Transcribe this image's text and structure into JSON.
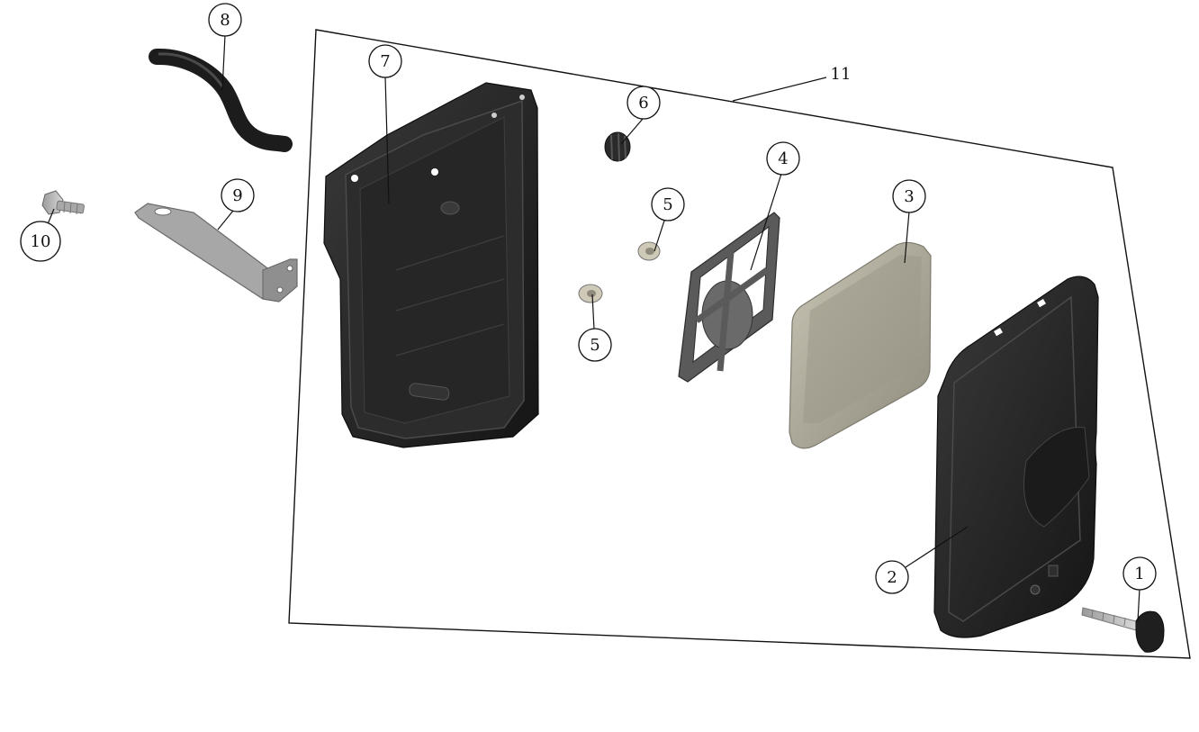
{
  "diagram": {
    "kind": "exploded-parts-view",
    "colors": {
      "background": "#ffffff",
      "outline": "#111111",
      "part_black": "#2a2a2a",
      "part_dark": "#1a1a1a",
      "filter_tan": "#a09c8e",
      "metal": "#b9b9b9"
    },
    "callouts": {
      "c1": "1",
      "c2": "2",
      "c3": "3",
      "c4": "4",
      "c5a": "5",
      "c5b": "5",
      "c6": "6",
      "c7": "7",
      "c8": "8",
      "c9": "9",
      "c10": "10",
      "c11": "11"
    }
  }
}
